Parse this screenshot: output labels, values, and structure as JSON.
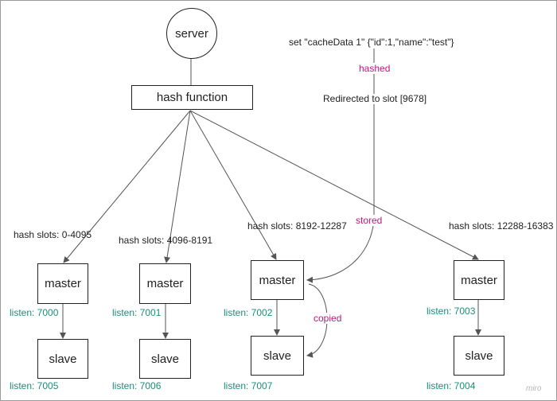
{
  "server": {
    "label": "server"
  },
  "hash_function": {
    "label": "hash function"
  },
  "command": {
    "text": "set  \"cacheData 1\"  {\"id\":1,\"name\":\"test\"}"
  },
  "redirect": {
    "text": "Redirected to slot [9678]"
  },
  "edge_labels": {
    "hashed": "hashed",
    "stored": "stored",
    "copied": "copied"
  },
  "nodes": [
    {
      "slots": "hash slots: 0-4095",
      "master": "master",
      "master_listen": "listen: 7000",
      "slave": "slave",
      "slave_listen": "listen: 7005"
    },
    {
      "slots": "hash slots: 4096-8191",
      "master": "master",
      "master_listen": "listen: 7001",
      "slave": "slave",
      "slave_listen": "listen: 7006"
    },
    {
      "slots": "hash slots: 8192-12287",
      "master": "master",
      "master_listen": "listen: 7002",
      "slave": "slave",
      "slave_listen": "listen: 7007"
    },
    {
      "slots": "hash slots: 12288-16383",
      "master": "master",
      "master_listen": "listen: 7003",
      "slave": "slave",
      "slave_listen": "listen: 7004"
    }
  ],
  "brand": "miro",
  "colors": {
    "listen": "#1a8f7a",
    "edge_label": "#c0177c",
    "line": "#555555"
  }
}
